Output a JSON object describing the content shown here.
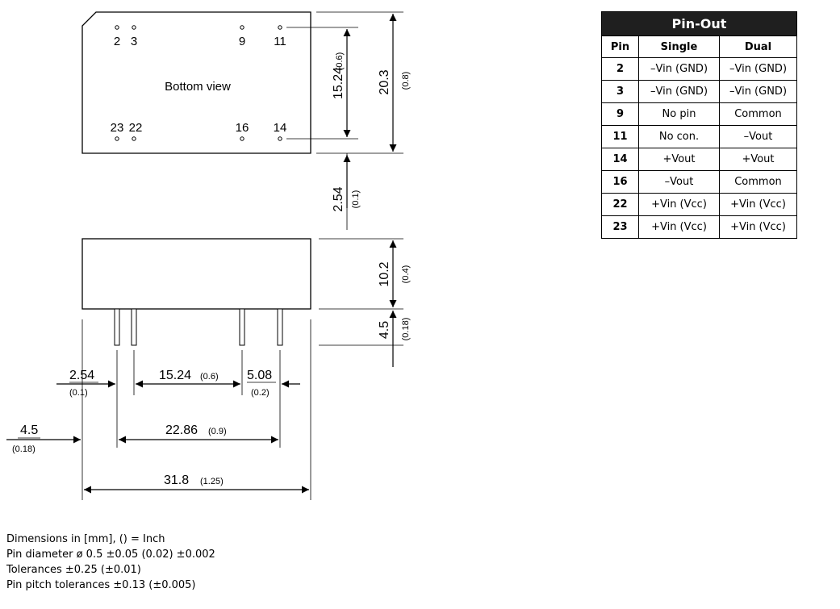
{
  "top_view": {
    "label": "Bottom view",
    "pins_top": [
      "2",
      "3",
      "9",
      "11"
    ],
    "pins_bottom": [
      "23",
      "22",
      "16",
      "14"
    ]
  },
  "dimensions": {
    "pin_rows_mm": "15.24",
    "pin_rows_in": "(0.6)",
    "height_mm": "20.3",
    "height_in": "(0.8)",
    "offset_mm": "2.54",
    "offset_in": "(0.1)",
    "body_mm": "10.2",
    "body_in": "(0.4)",
    "pin_len_mm": "4.5",
    "pin_len_in": "(0.18)",
    "edge_mm": "2.54",
    "edge_in": "(0.1)",
    "pitch_mm": "15.24",
    "pitch_in": "(0.6)",
    "pitch2_mm": "5.08",
    "pitch2_in": "(0.2)",
    "left_mm": "4.5",
    "left_in": "(0.18)",
    "span_mm": "22.86",
    "span_in": "(0.9)",
    "length_mm": "31.8",
    "length_in": "(1.25)"
  },
  "pinout": {
    "title": "Pin-Out",
    "headers": [
      "Pin",
      "Single",
      "Dual"
    ],
    "rows": [
      [
        "2",
        "–Vin (GND)",
        "–Vin (GND)"
      ],
      [
        "3",
        "–Vin (GND)",
        "–Vin (GND)"
      ],
      [
        "9",
        "No pin",
        "Common"
      ],
      [
        "11",
        "No con.",
        "–Vout"
      ],
      [
        "14",
        "+Vout",
        "+Vout"
      ],
      [
        "16",
        "–Vout",
        "Common"
      ],
      [
        "22",
        "+Vin (Vcc)",
        "+Vin (Vcc)"
      ],
      [
        "23",
        "+Vin (Vcc)",
        "+Vin (Vcc)"
      ]
    ]
  },
  "notes": [
    "Dimensions in [mm], () = Inch",
    "Pin diameter ø 0.5 ±0.05  (0.02) ±0.002",
    "Tolerances  ±0.25 (±0.01)",
    "Pin pitch tolerances ±0.13 (±0.005)"
  ]
}
